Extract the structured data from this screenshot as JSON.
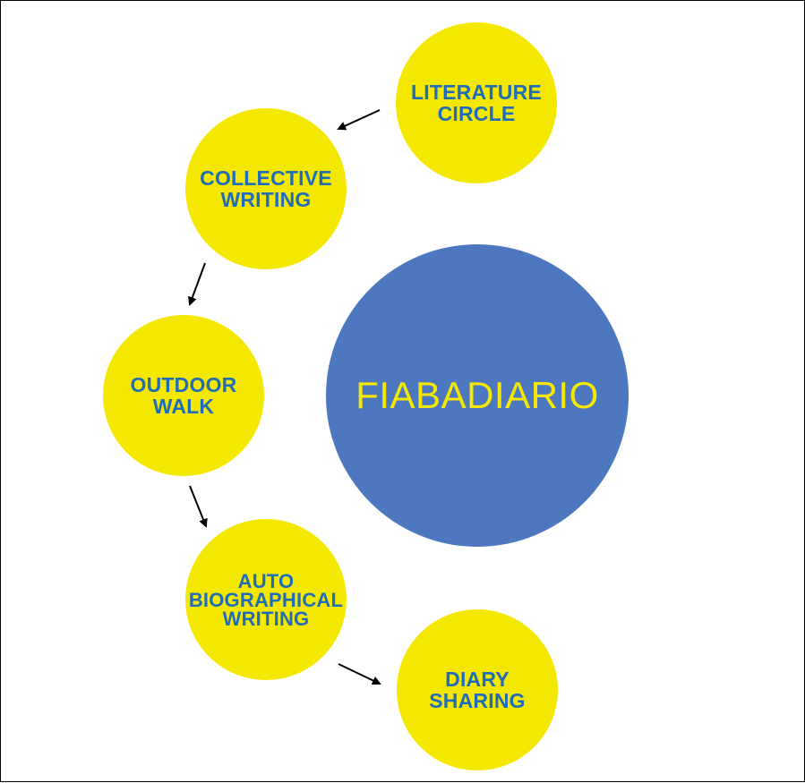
{
  "diagram": {
    "center": {
      "title": "FIABADIARIO",
      "color": "#4d78c0",
      "text_color": "#f5e800"
    },
    "steps": [
      {
        "id": "literature",
        "lines": [
          "LITERATURE",
          "CIRCLE"
        ]
      },
      {
        "id": "collective",
        "lines": [
          "COLLECTIVE",
          "WRITING"
        ]
      },
      {
        "id": "outdoor",
        "lines": [
          "OUTDOOR",
          "WALK"
        ]
      },
      {
        "id": "auto",
        "lines": [
          "AUTO",
          "BIOGRAPHICAL",
          "WRITING"
        ]
      },
      {
        "id": "diary",
        "lines": [
          "DIARY",
          "SHARING"
        ]
      }
    ],
    "step_fill": "#f5e800",
    "step_text_color": "#1f6cb8",
    "arrow_color": "#000000",
    "flow": [
      [
        "literature",
        "collective"
      ],
      [
        "collective",
        "outdoor"
      ],
      [
        "outdoor",
        "auto"
      ],
      [
        "auto",
        "diary"
      ]
    ]
  }
}
